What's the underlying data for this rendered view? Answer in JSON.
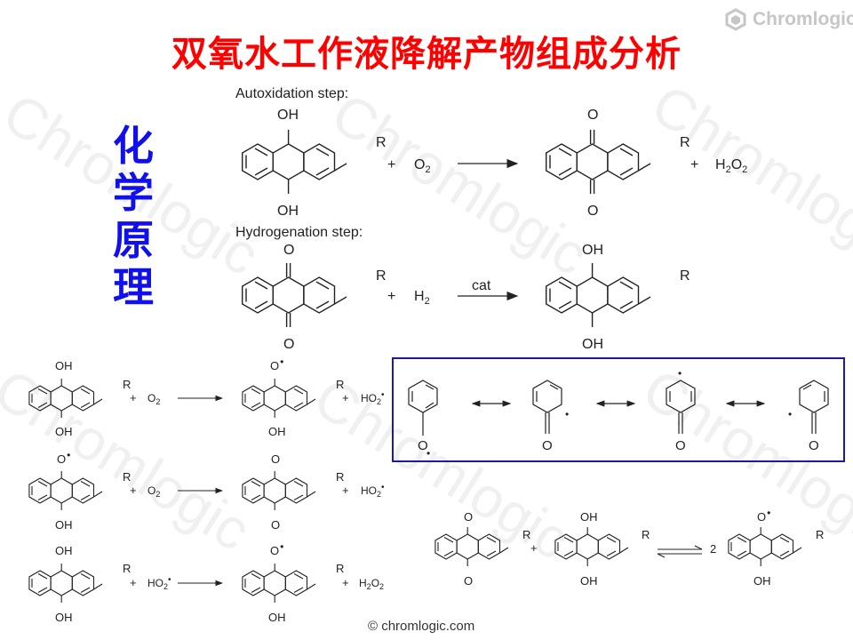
{
  "title": "双氧水工作液降解产物组成分析",
  "logo": {
    "text": "Chromlogic",
    "icon": "hexagon-logo-icon"
  },
  "side_title": [
    "化",
    "学",
    "原",
    "理"
  ],
  "watermark": "Chromlogic",
  "top_scheme": {
    "autoxidation_label": "Autoxidation step:",
    "hydrogenation_label": "Hydrogenation step:",
    "reagents": {
      "plus": "+",
      "o2": "O",
      "o2_sub": "2",
      "h2": "H",
      "h2_sub": "2",
      "h2o2_h": "H",
      "h2o2_2a": "2",
      "h2o2_o": "O",
      "h2o2_2b": "2",
      "cat": "cat"
    },
    "atoms": {
      "oh": "OH",
      "o": "O",
      "r": "R"
    }
  },
  "radical_scheme": {
    "o_radical": "O",
    "ho2": "HO",
    "ho2_sub": "2",
    "h2o2": "H",
    "h2o2_2a": "2",
    "h2o2_o": "O",
    "h2o2_2b": "2",
    "two": "2"
  },
  "footer": "© chromlogic.com"
}
